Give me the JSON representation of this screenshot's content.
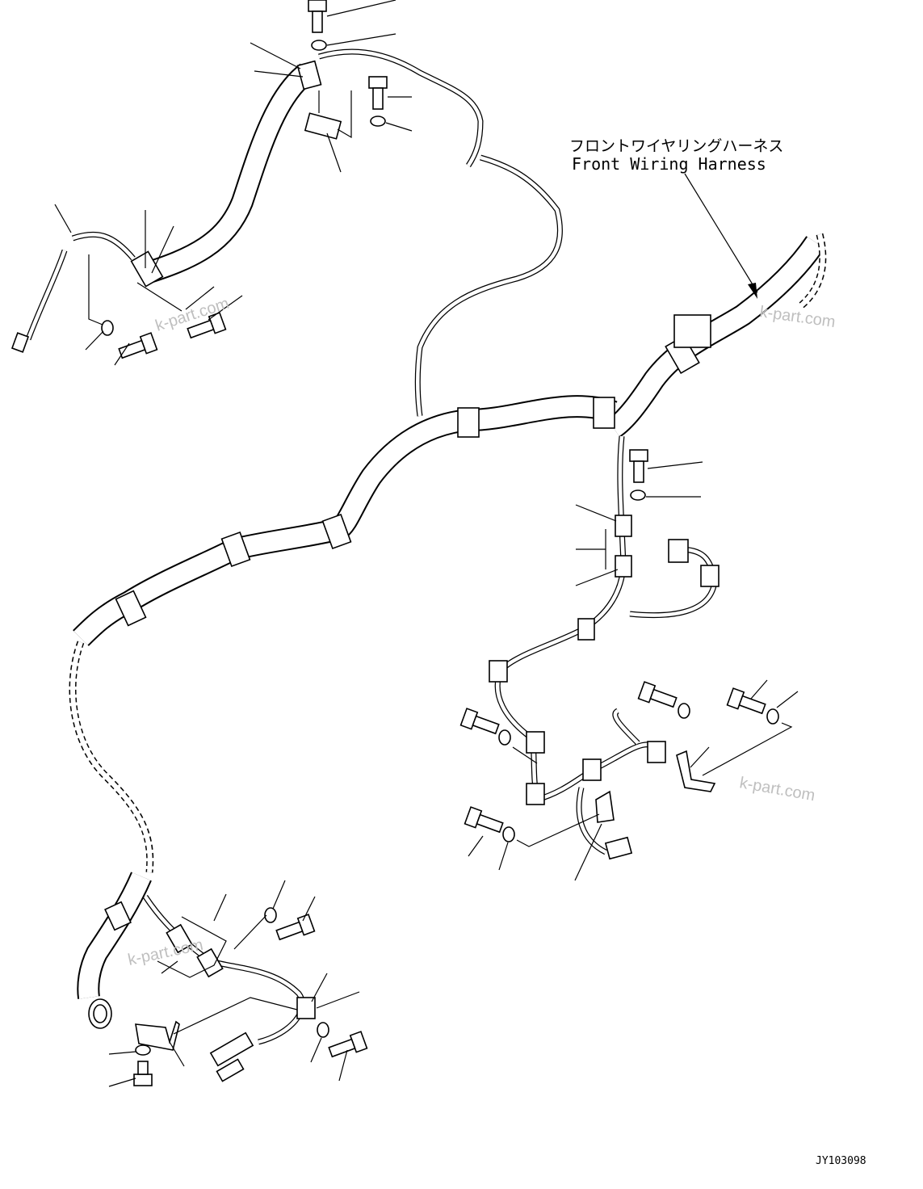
{
  "callout": {
    "label_jp": "フロントワイヤリングハーネス",
    "label_en": "Front Wiring Harness"
  },
  "watermark": "k-part.com",
  "drawing_number": "JY103098",
  "colors": {
    "line": "#000000",
    "background": "#ffffff",
    "watermark": "#bfbfbf"
  }
}
